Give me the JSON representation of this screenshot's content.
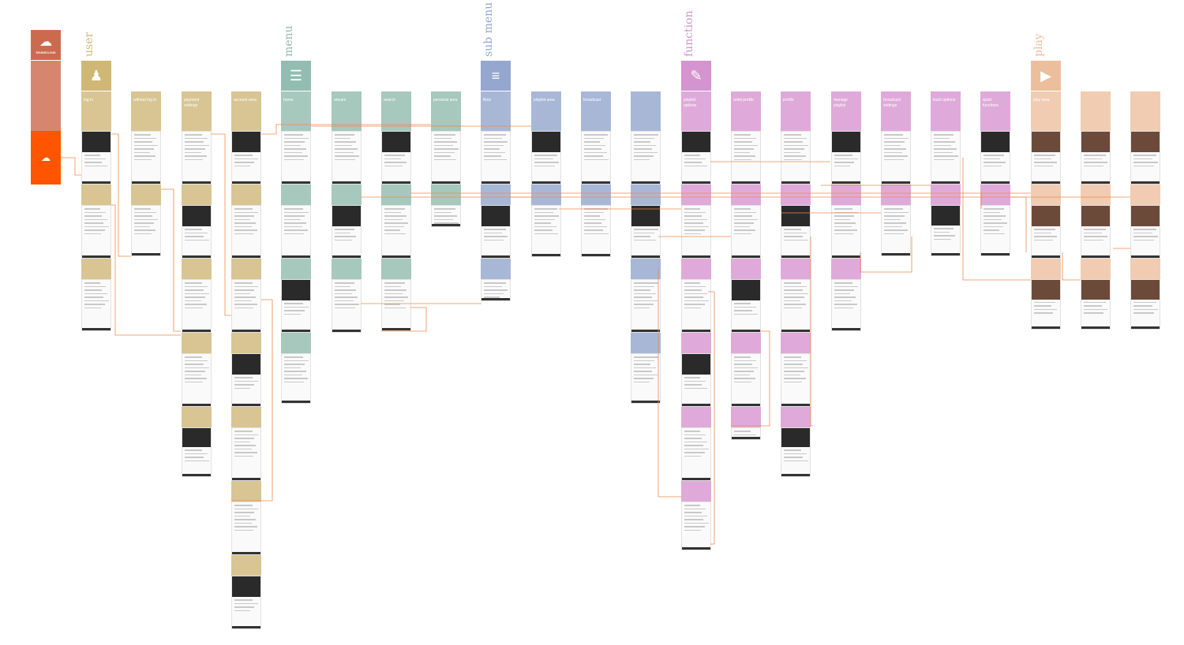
{
  "brand": {
    "logo_text": "SOUNDCLOUD",
    "colors": {
      "top": "#cc6a50",
      "mid": "#d6866f",
      "bottom": "#ff5500"
    }
  },
  "link_color": "#f08a4b",
  "categories": [
    {
      "title": "user",
      "icon": "user-icon",
      "color": "#cfb776",
      "tile": "#d8c593"
    },
    {
      "title": "menu",
      "icon": "menu-icon",
      "color": "#92bdb0",
      "tile": "#a6c8bd"
    },
    {
      "title": "sub menu",
      "icon": "submenu-icon",
      "color": "#95a7cf",
      "tile": "#a9b7d7"
    },
    {
      "title": "function",
      "icon": "wrench-icon",
      "color": "#d494cf",
      "tile": "#dfaad9"
    },
    {
      "title": "play",
      "icon": "play-icon",
      "color": "#ecbe9c",
      "tile": "#f1ccb2"
    }
  ],
  "columns": [
    {
      "label": "log in",
      "cat": 0
    },
    {
      "label": "without log in",
      "cat": 0
    },
    {
      "label": "payment settings",
      "cat": 0
    },
    {
      "label": "account area",
      "cat": 0
    },
    {
      "label": "home",
      "cat": 1
    },
    {
      "label": "stream",
      "cat": 1
    },
    {
      "label": "search",
      "cat": 1
    },
    {
      "label": "personal area",
      "cat": 1
    },
    {
      "label": "likes",
      "cat": 2
    },
    {
      "label": "playlist area",
      "cat": 2
    },
    {
      "label": "broadcast",
      "cat": 2
    },
    {
      "label": "",
      "cat": 2
    },
    {
      "label": "playlist options",
      "cat": 3
    },
    {
      "label": "artist profile",
      "cat": 3
    },
    {
      "label": "profile",
      "cat": 3
    },
    {
      "label": "manage playlist",
      "cat": 3
    },
    {
      "label": "broadcast settings",
      "cat": 3
    },
    {
      "label": "track options",
      "cat": 3
    },
    {
      "label": "quick functions",
      "cat": 3
    },
    {
      "label": "play area",
      "cat": 4
    },
    {
      "label": "",
      "cat": 4
    },
    {
      "label": "",
      "cat": 4
    }
  ]
}
